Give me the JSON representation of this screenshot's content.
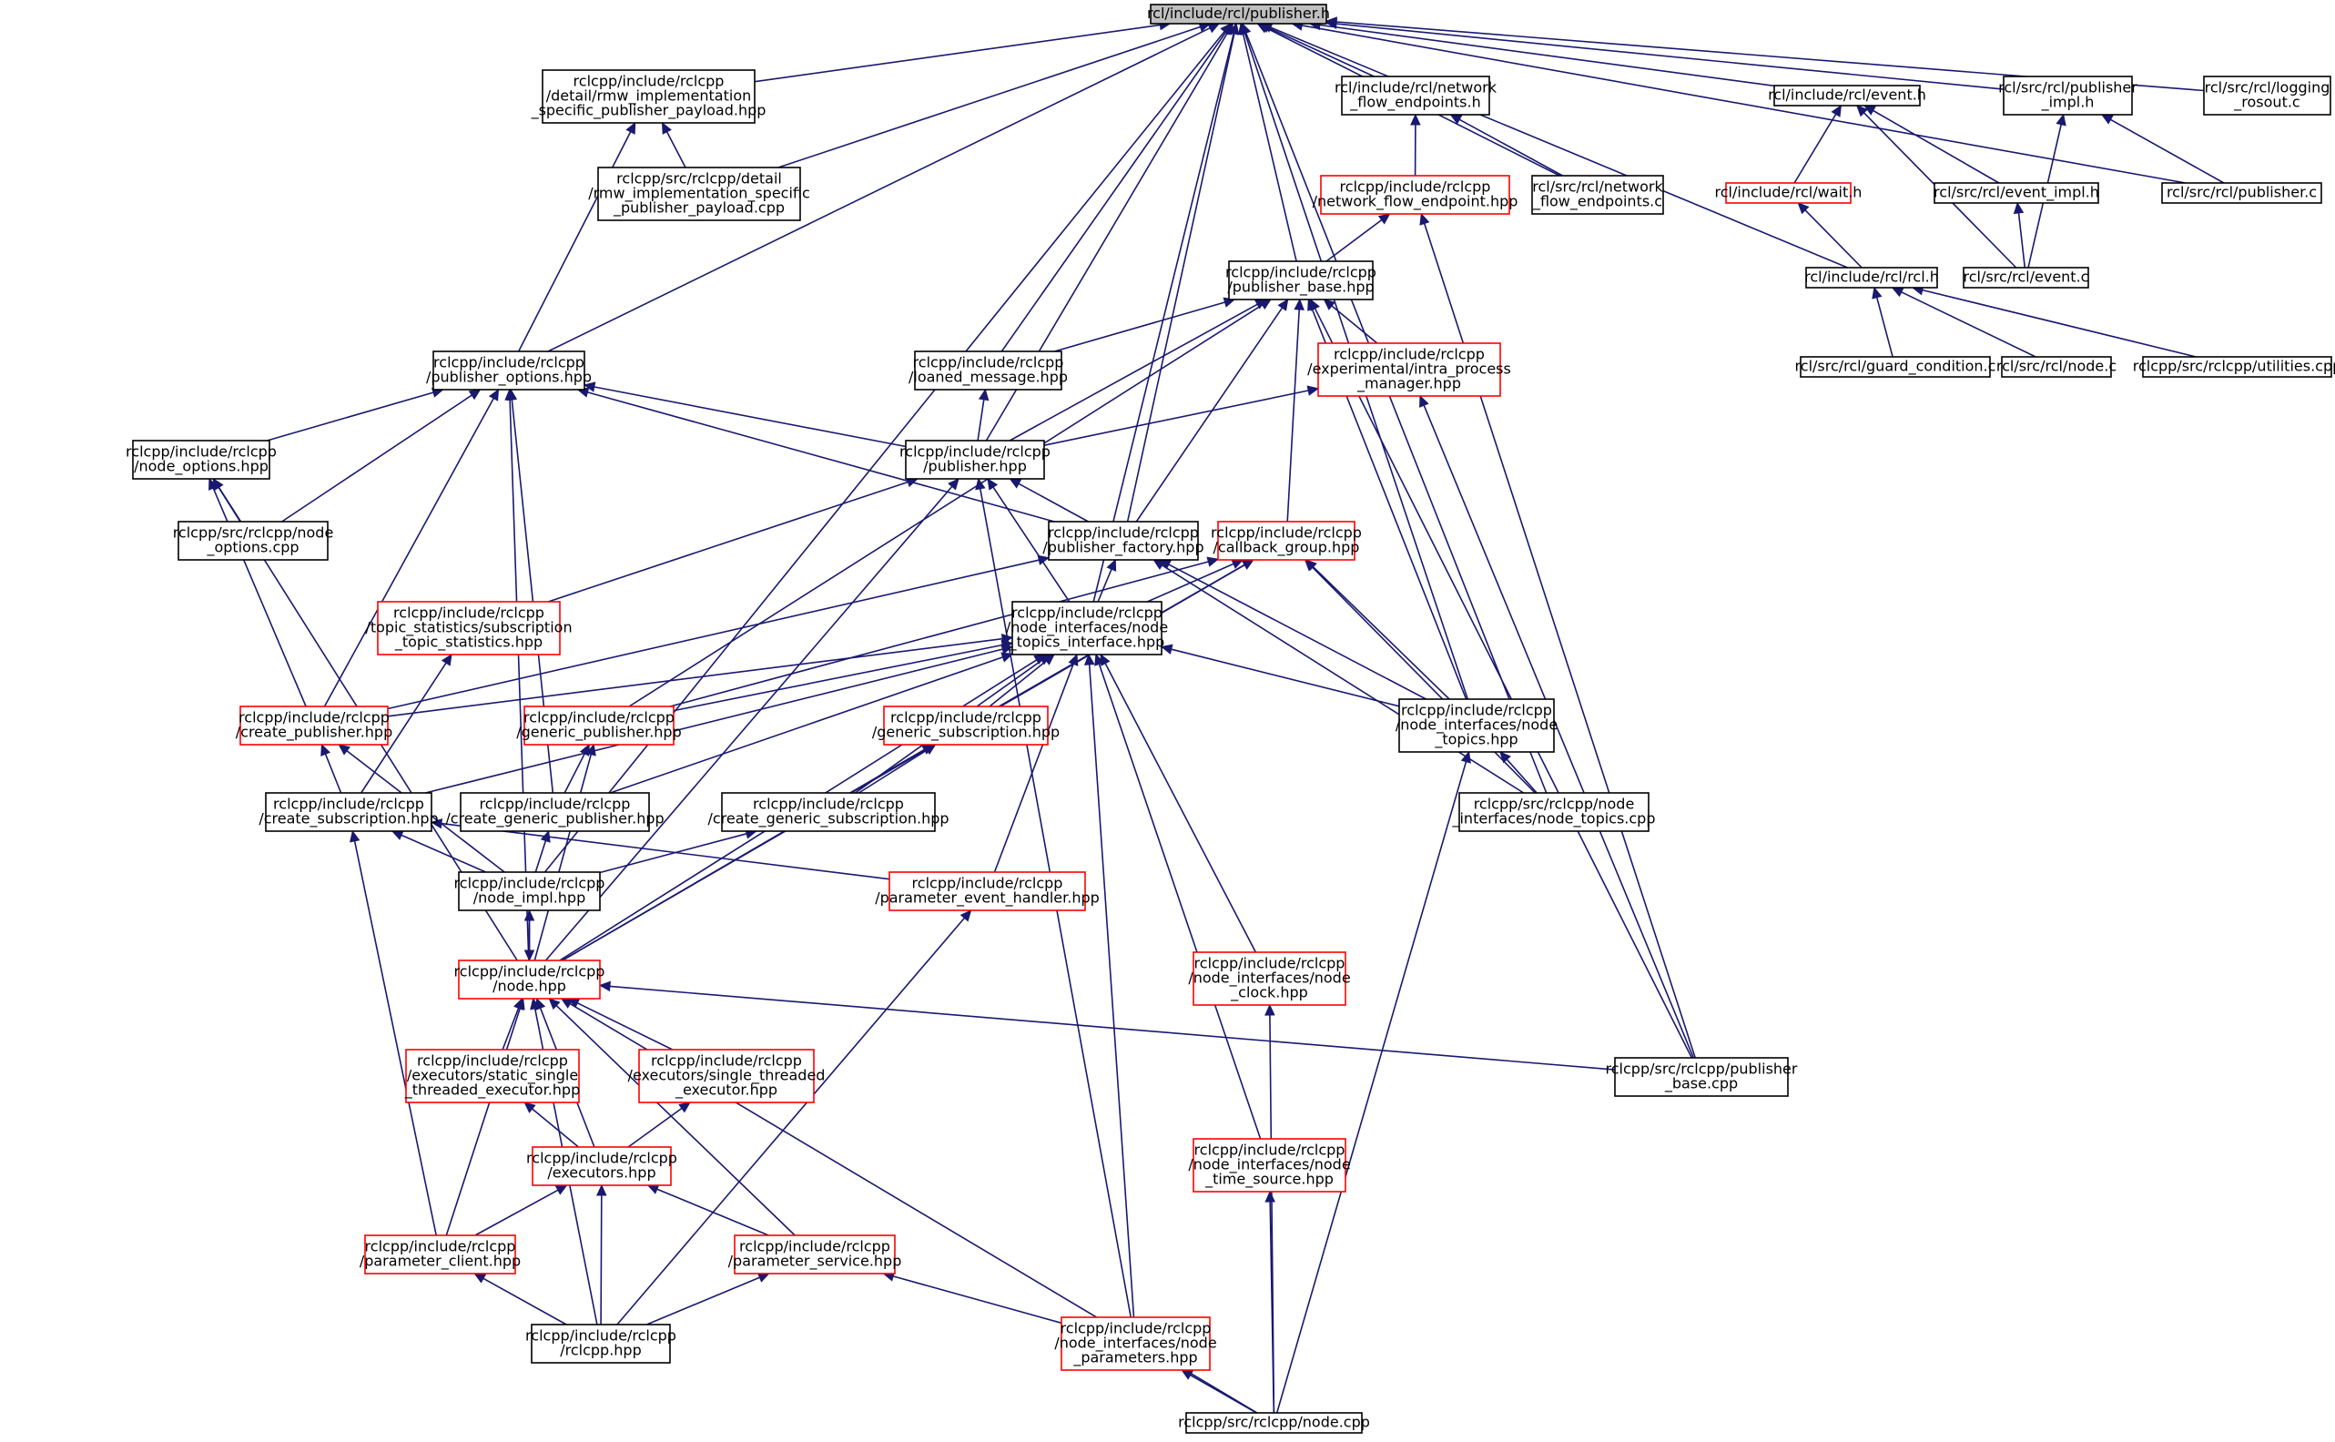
{
  "graph": {
    "title": "rcl/include/rcl/publisher.h",
    "colors": {
      "edge": "#191970",
      "root_fill": "#bfbfbf",
      "border_default": "#000000",
      "border_truncated": "#ff0000",
      "node_fill": "#ffffff"
    },
    "nodes": [
      {
        "id": "root",
        "lines": [
          "rcl/include/rcl/publisher.h"
        ],
        "style": "root"
      },
      {
        "id": "rmw_payload_hpp",
        "lines": [
          "rclcpp/include/rclcpp",
          "/detail/rmw_implementation",
          "_specific_publisher_payload.hpp"
        ],
        "style": "normal"
      },
      {
        "id": "rmw_payload_cpp",
        "lines": [
          "rclcpp/src/rclcpp/detail",
          "/rmw_implementation_specific",
          "_publisher_payload.cpp"
        ],
        "style": "normal"
      },
      {
        "id": "net_flow_h",
        "lines": [
          "rcl/include/rcl/network",
          "_flow_endpoints.h"
        ],
        "style": "normal"
      },
      {
        "id": "net_flow_hpp",
        "lines": [
          "rclcpp/include/rclcpp",
          "/network_flow_endpoint.hpp"
        ],
        "style": "truncated"
      },
      {
        "id": "net_flow_c",
        "lines": [
          "rcl/src/rcl/network",
          "_flow_endpoints.c"
        ],
        "style": "normal"
      },
      {
        "id": "event_h",
        "lines": [
          "rcl/include/rcl/event.h"
        ],
        "style": "normal"
      },
      {
        "id": "wait_h",
        "lines": [
          "rcl/include/rcl/wait.h"
        ],
        "style": "truncated"
      },
      {
        "id": "event_impl_h",
        "lines": [
          "rcl/src/rcl/event_impl.h"
        ],
        "style": "normal"
      },
      {
        "id": "pub_impl_h",
        "lines": [
          "rcl/src/rcl/publisher",
          "_impl.h"
        ],
        "style": "normal"
      },
      {
        "id": "logging_rosout",
        "lines": [
          "rcl/src/rcl/logging",
          "_rosout.c"
        ],
        "style": "normal"
      },
      {
        "id": "publisher_c",
        "lines": [
          "rcl/src/rcl/publisher.c"
        ],
        "style": "normal"
      },
      {
        "id": "rcl_h",
        "lines": [
          "rcl/include/rcl/rcl.h"
        ],
        "style": "normal"
      },
      {
        "id": "event_c",
        "lines": [
          "rcl/src/rcl/event.c"
        ],
        "style": "normal"
      },
      {
        "id": "guard_c",
        "lines": [
          "rcl/src/rcl/guard_condition.c"
        ],
        "style": "normal"
      },
      {
        "id": "node_c",
        "lines": [
          "rcl/src/rcl/node.c"
        ],
        "style": "normal"
      },
      {
        "id": "utilities_cpp",
        "lines": [
          "rclcpp/src/rclcpp/utilities.cpp"
        ],
        "style": "normal"
      },
      {
        "id": "publisher_base_hpp",
        "lines": [
          "rclcpp/include/rclcpp",
          "/publisher_base.hpp"
        ],
        "style": "normal"
      },
      {
        "id": "pub_options_hpp",
        "lines": [
          "rclcpp/include/rclcpp",
          "/publisher_options.hpp"
        ],
        "style": "normal"
      },
      {
        "id": "loaned_msg_hpp",
        "lines": [
          "rclcpp/include/rclcpp",
          "/loaned_message.hpp"
        ],
        "style": "normal"
      },
      {
        "id": "intra_proc_hpp",
        "lines": [
          "rclcpp/include/rclcpp",
          "/experimental/intra_process",
          "_manager.hpp"
        ],
        "style": "truncated"
      },
      {
        "id": "node_options_hpp",
        "lines": [
          "rclcpp/include/rclcpp",
          "/node_options.hpp"
        ],
        "style": "normal"
      },
      {
        "id": "node_options_cpp",
        "lines": [
          "rclcpp/src/rclcpp/node",
          "_options.cpp"
        ],
        "style": "normal"
      },
      {
        "id": "publisher_hpp",
        "lines": [
          "rclcpp/include/rclcpp",
          "/publisher.hpp"
        ],
        "style": "normal"
      },
      {
        "id": "pub_factory_hpp",
        "lines": [
          "rclcpp/include/rclcpp",
          "/publisher_factory.hpp"
        ],
        "style": "normal"
      },
      {
        "id": "callback_group_hpp",
        "lines": [
          "rclcpp/include/rclcpp",
          "/callback_group.hpp"
        ],
        "style": "truncated"
      },
      {
        "id": "topic_stats_hpp",
        "lines": [
          "rclcpp/include/rclcpp",
          "/topic_statistics/subscription",
          "_topic_statistics.hpp"
        ],
        "style": "truncated"
      },
      {
        "id": "topics_iface_hpp",
        "lines": [
          "rclcpp/include/rclcpp",
          "/node_interfaces/node",
          "_topics_interface.hpp"
        ],
        "style": "normal"
      },
      {
        "id": "create_pub_hpp",
        "lines": [
          "rclcpp/include/rclcpp",
          "/create_publisher.hpp"
        ],
        "style": "truncated"
      },
      {
        "id": "generic_pub_hpp",
        "lines": [
          "rclcpp/include/rclcpp",
          "/generic_publisher.hpp"
        ],
        "style": "truncated"
      },
      {
        "id": "generic_sub_hpp",
        "lines": [
          "rclcpp/include/rclcpp",
          "/generic_subscription.hpp"
        ],
        "style": "truncated"
      },
      {
        "id": "node_topics_hpp",
        "lines": [
          "rclcpp/include/rclcpp",
          "/node_interfaces/node",
          "_topics.hpp"
        ],
        "style": "normal"
      },
      {
        "id": "create_sub_hpp",
        "lines": [
          "rclcpp/include/rclcpp",
          "/create_subscription.hpp"
        ],
        "style": "normal"
      },
      {
        "id": "create_gen_pub_hpp",
        "lines": [
          "rclcpp/include/rclcpp",
          "/create_generic_publisher.hpp"
        ],
        "style": "normal"
      },
      {
        "id": "create_gen_sub_hpp",
        "lines": [
          "rclcpp/include/rclcpp",
          "/create_generic_subscription.hpp"
        ],
        "style": "normal"
      },
      {
        "id": "node_topics_cpp",
        "lines": [
          "rclcpp/src/rclcpp/node",
          "_interfaces/node_topics.cpp"
        ],
        "style": "normal"
      },
      {
        "id": "node_impl_hpp",
        "lines": [
          "rclcpp/include/rclcpp",
          "/node_impl.hpp"
        ],
        "style": "normal"
      },
      {
        "id": "param_event_hpp",
        "lines": [
          "rclcpp/include/rclcpp",
          "/parameter_event_handler.hpp"
        ],
        "style": "truncated"
      },
      {
        "id": "node_hpp",
        "lines": [
          "rclcpp/include/rclcpp",
          "/node.hpp"
        ],
        "style": "truncated"
      },
      {
        "id": "node_clock_hpp",
        "lines": [
          "rclcpp/include/rclcpp",
          "/node_interfaces/node",
          "_clock.hpp"
        ],
        "style": "truncated"
      },
      {
        "id": "static_exec_hpp",
        "lines": [
          "rclcpp/include/rclcpp",
          "/executors/static_single",
          "_threaded_executor.hpp"
        ],
        "style": "truncated"
      },
      {
        "id": "single_exec_hpp",
        "lines": [
          "rclcpp/include/rclcpp",
          "/executors/single_threaded",
          "_executor.hpp"
        ],
        "style": "truncated"
      },
      {
        "id": "pub_base_cpp",
        "lines": [
          "rclcpp/src/rclcpp/publisher",
          "_base.cpp"
        ],
        "style": "normal"
      },
      {
        "id": "executors_hpp",
        "lines": [
          "rclcpp/include/rclcpp",
          "/executors.hpp"
        ],
        "style": "truncated"
      },
      {
        "id": "time_source_hpp",
        "lines": [
          "rclcpp/include/rclcpp",
          "/node_interfaces/node",
          "_time_source.hpp"
        ],
        "style": "truncated"
      },
      {
        "id": "param_client_hpp",
        "lines": [
          "rclcpp/include/rclcpp",
          "/parameter_client.hpp"
        ],
        "style": "truncated"
      },
      {
        "id": "param_service_hpp",
        "lines": [
          "rclcpp/include/rclcpp",
          "/parameter_service.hpp"
        ],
        "style": "truncated"
      },
      {
        "id": "rclcpp_hpp",
        "lines": [
          "rclcpp/include/rclcpp",
          "/rclcpp.hpp"
        ],
        "style": "normal"
      },
      {
        "id": "node_params_hpp",
        "lines": [
          "rclcpp/include/rclcpp",
          "/node_interfaces/node",
          "_parameters.hpp"
        ],
        "style": "truncated"
      },
      {
        "id": "node_cpp",
        "lines": [
          "rclcpp/src/rclcpp/node.cpp"
        ],
        "style": "normal"
      }
    ],
    "edges": [
      [
        "root",
        "rmw_payload_hpp"
      ],
      [
        "root",
        "rmw_payload_cpp"
      ],
      [
        "root",
        "net_flow_h"
      ],
      [
        "root",
        "net_flow_c"
      ],
      [
        "root",
        "event_h"
      ],
      [
        "root",
        "pub_impl_h"
      ],
      [
        "root",
        "logging_rosout"
      ],
      [
        "root",
        "publisher_c"
      ],
      [
        "root",
        "rcl_h"
      ],
      [
        "root",
        "publisher_base_hpp"
      ],
      [
        "root",
        "pub_options_hpp"
      ],
      [
        "root",
        "loaned_msg_hpp"
      ],
      [
        "root",
        "publisher_hpp"
      ],
      [
        "root",
        "pub_factory_hpp"
      ],
      [
        "root",
        "topics_iface_hpp"
      ],
      [
        "root",
        "node_impl_hpp"
      ],
      [
        "root",
        "node_topics_hpp"
      ],
      [
        "root",
        "node_topics_cpp"
      ],
      [
        "rmw_payload_hpp",
        "rmw_payload_cpp"
      ],
      [
        "rmw_payload_hpp",
        "pub_options_hpp"
      ],
      [
        "net_flow_h",
        "net_flow_hpp"
      ],
      [
        "net_flow_h",
        "net_flow_c"
      ],
      [
        "net_flow_hpp",
        "publisher_base_hpp"
      ],
      [
        "net_flow_hpp",
        "pub_base_cpp"
      ],
      [
        "event_h",
        "wait_h"
      ],
      [
        "event_h",
        "event_impl_h"
      ],
      [
        "event_h",
        "event_c"
      ],
      [
        "wait_h",
        "rcl_h"
      ],
      [
        "event_impl_h",
        "event_c"
      ],
      [
        "pub_impl_h",
        "publisher_c"
      ],
      [
        "pub_impl_h",
        "event_c"
      ],
      [
        "rcl_h",
        "guard_c"
      ],
      [
        "rcl_h",
        "node_c"
      ],
      [
        "rcl_h",
        "utilities_cpp"
      ],
      [
        "publisher_base_hpp",
        "loaned_msg_hpp"
      ],
      [
        "publisher_base_hpp",
        "intra_proc_hpp"
      ],
      [
        "publisher_base_hpp",
        "publisher_hpp"
      ],
      [
        "publisher_base_hpp",
        "pub_factory_hpp"
      ],
      [
        "publisher_base_hpp",
        "callback_group_hpp"
      ],
      [
        "publisher_base_hpp",
        "generic_pub_hpp"
      ],
      [
        "publisher_base_hpp",
        "node_topics_hpp"
      ],
      [
        "publisher_base_hpp",
        "pub_base_cpp"
      ],
      [
        "intra_proc_hpp",
        "publisher_hpp"
      ],
      [
        "intra_proc_hpp",
        "pub_base_cpp"
      ],
      [
        "loaned_msg_hpp",
        "publisher_hpp"
      ],
      [
        "pub_options_hpp",
        "node_options_hpp"
      ],
      [
        "pub_options_hpp",
        "node_options_cpp"
      ],
      [
        "pub_options_hpp",
        "publisher_hpp"
      ],
      [
        "pub_options_hpp",
        "pub_factory_hpp"
      ],
      [
        "pub_options_hpp",
        "create_pub_hpp"
      ],
      [
        "pub_options_hpp",
        "create_gen_pub_hpp"
      ],
      [
        "pub_options_hpp",
        "node_hpp"
      ],
      [
        "node_options_hpp",
        "node_options_cpp"
      ],
      [
        "node_options_hpp",
        "create_pub_hpp"
      ],
      [
        "node_options_hpp",
        "node_hpp"
      ],
      [
        "publisher_hpp",
        "pub_factory_hpp"
      ],
      [
        "publisher_hpp",
        "topics_iface_hpp"
      ],
      [
        "publisher_hpp",
        "topic_stats_hpp"
      ],
      [
        "publisher_hpp",
        "node_hpp"
      ],
      [
        "publisher_hpp",
        "node_params_hpp"
      ],
      [
        "pub_factory_hpp",
        "topics_iface_hpp"
      ],
      [
        "pub_factory_hpp",
        "create_pub_hpp"
      ],
      [
        "pub_factory_hpp",
        "node_topics_hpp"
      ],
      [
        "pub_factory_hpp",
        "node_topics_cpp"
      ],
      [
        "callback_group_hpp",
        "topics_iface_hpp"
      ],
      [
        "callback_group_hpp",
        "generic_pub_hpp"
      ],
      [
        "callback_group_hpp",
        "generic_sub_hpp"
      ],
      [
        "callback_group_hpp",
        "node_topics_hpp"
      ],
      [
        "callback_group_hpp",
        "node_topics_cpp"
      ],
      [
        "callback_group_hpp",
        "node_hpp"
      ],
      [
        "topic_stats_hpp",
        "create_sub_hpp"
      ],
      [
        "topics_iface_hpp",
        "create_pub_hpp"
      ],
      [
        "topics_iface_hpp",
        "generic_pub_hpp"
      ],
      [
        "topics_iface_hpp",
        "generic_sub_hpp"
      ],
      [
        "topics_iface_hpp",
        "node_topics_hpp"
      ],
      [
        "topics_iface_hpp",
        "create_sub_hpp"
      ],
      [
        "topics_iface_hpp",
        "create_gen_pub_hpp"
      ],
      [
        "topics_iface_hpp",
        "create_gen_sub_hpp"
      ],
      [
        "topics_iface_hpp",
        "param_event_hpp"
      ],
      [
        "topics_iface_hpp",
        "node_hpp"
      ],
      [
        "topics_iface_hpp",
        "node_clock_hpp"
      ],
      [
        "topics_iface_hpp",
        "time_source_hpp"
      ],
      [
        "topics_iface_hpp",
        "node_params_hpp"
      ],
      [
        "create_pub_hpp",
        "create_sub_hpp"
      ],
      [
        "create_pub_hpp",
        "node_impl_hpp"
      ],
      [
        "generic_pub_hpp",
        "create_gen_pub_hpp"
      ],
      [
        "generic_pub_hpp",
        "node_hpp"
      ],
      [
        "generic_sub_hpp",
        "create_gen_sub_hpp"
      ],
      [
        "generic_sub_hpp",
        "node_hpp"
      ],
      [
        "node_topics_hpp",
        "node_topics_cpp"
      ],
      [
        "node_topics_hpp",
        "node_cpp"
      ],
      [
        "create_sub_hpp",
        "node_impl_hpp"
      ],
      [
        "create_sub_hpp",
        "param_event_hpp"
      ],
      [
        "create_sub_hpp",
        "param_client_hpp"
      ],
      [
        "create_gen_pub_hpp",
        "node_impl_hpp"
      ],
      [
        "create_gen_sub_hpp",
        "node_impl_hpp"
      ],
      [
        "node_impl_hpp",
        "node_hpp"
      ],
      [
        "node_hpp",
        "node_impl_hpp"
      ],
      [
        "param_event_hpp",
        "rclcpp_hpp"
      ],
      [
        "node_hpp",
        "static_exec_hpp"
      ],
      [
        "node_hpp",
        "single_exec_hpp"
      ],
      [
        "node_hpp",
        "executors_hpp"
      ],
      [
        "node_hpp",
        "param_client_hpp"
      ],
      [
        "node_hpp",
        "param_service_hpp"
      ],
      [
        "node_hpp",
        "rclcpp_hpp"
      ],
      [
        "node_hpp",
        "node_cpp"
      ],
      [
        "node_hpp",
        "pub_base_cpp"
      ],
      [
        "node_clock_hpp",
        "node_cpp"
      ],
      [
        "static_exec_hpp",
        "executors_hpp"
      ],
      [
        "single_exec_hpp",
        "executors_hpp"
      ],
      [
        "executors_hpp",
        "param_client_hpp"
      ],
      [
        "executors_hpp",
        "param_service_hpp"
      ],
      [
        "executors_hpp",
        "rclcpp_hpp"
      ],
      [
        "time_source_hpp",
        "node_cpp"
      ],
      [
        "param_client_hpp",
        "rclcpp_hpp"
      ],
      [
        "param_service_hpp",
        "rclcpp_hpp"
      ],
      [
        "param_service_hpp",
        "node_params_hpp"
      ],
      [
        "node_params_hpp",
        "node_cpp"
      ]
    ]
  }
}
